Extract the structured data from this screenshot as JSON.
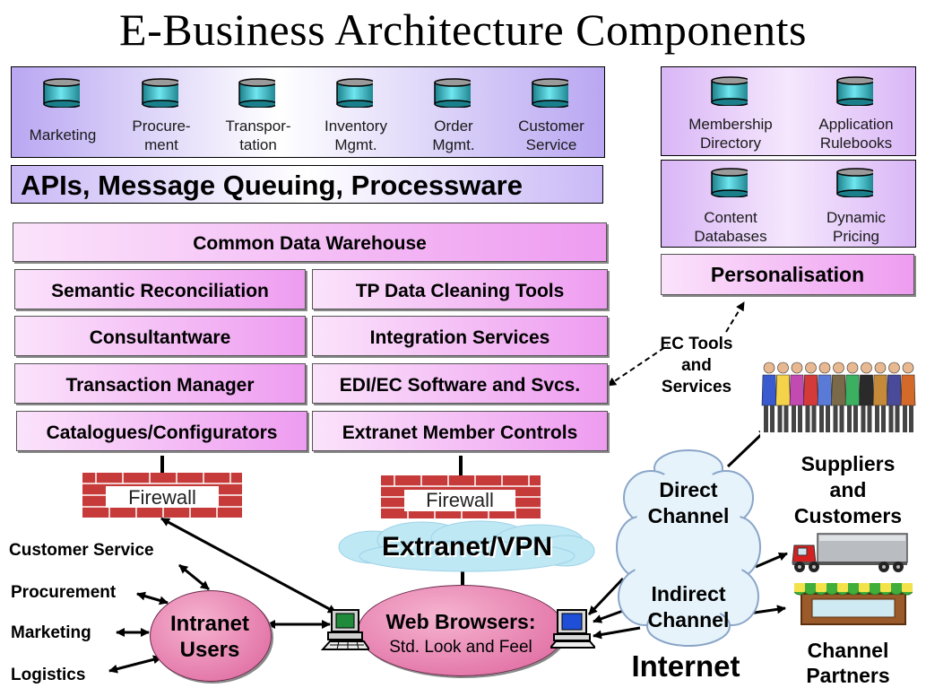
{
  "title": "E-Business Architecture Components",
  "business_systems": [
    "Marketing",
    "Procure-\nment",
    "Transpor-\ntation",
    "Inventory\nMgmt.",
    "Order\nMgmt.",
    "Customer\nService"
  ],
  "right_systems_top": [
    "Membership\nDirectory",
    "Application\nRulebooks"
  ],
  "right_systems_bottom": [
    "Content\nDatabases",
    "Dynamic\nPricing"
  ],
  "personalisation": "Personalisation",
  "apis": "APIs, Message Queuing, Processware",
  "warehouse": "Common Data Warehouse",
  "left_stack": [
    "Semantic Reconciliation",
    "Consultantware",
    "Transaction Manager",
    "Catalogues/Configurators"
  ],
  "right_stack": [
    "TP Data Cleaning Tools",
    "Integration Services",
    "EDI/EC Software and Svcs.",
    "Extranet Member Controls"
  ],
  "ec_tools": "EC Tools\nand\nServices",
  "firewall_left": "Firewall",
  "firewall_right": "Firewall",
  "extranet": "Extranet/VPN",
  "direct_channel": "Direct\nChannel",
  "indirect_channel": "Indirect\nChannel",
  "internet": "Internet",
  "suppliers": "Suppliers\nand\nCustomers",
  "channel_partners": "Channel\nPartners",
  "functions": [
    "Customer Service",
    "Procurement",
    "Marketing",
    "Logistics"
  ],
  "intranet_users": "Intranet\nUsers",
  "web_browsers_title": "Web Browsers:",
  "web_browsers_sub": "Std. Look and Feel"
}
